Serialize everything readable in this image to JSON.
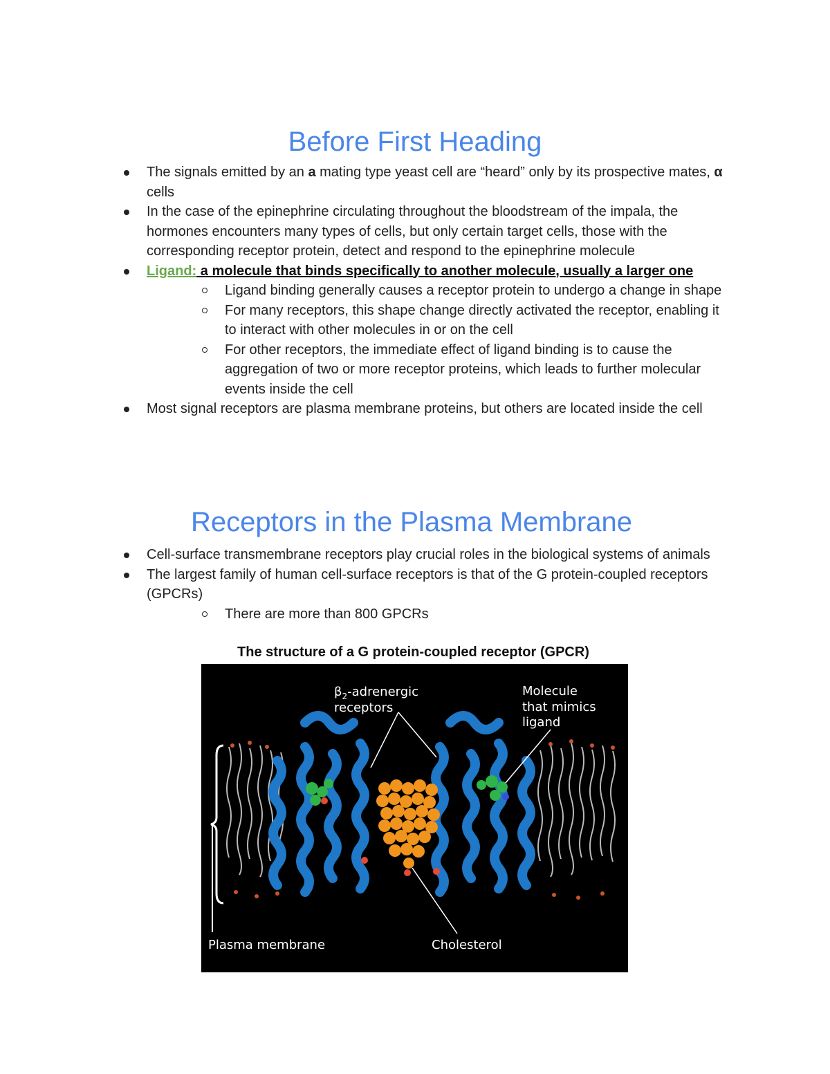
{
  "sections": [
    {
      "heading": "Before First Heading",
      "bullets": [
        {
          "pre": " The signals emitted by an ",
          "bold": "a",
          "post": " mating type yeast cell are “heard” only by its prospective mates, ",
          "bold2": "α",
          "post2": " cells"
        },
        {
          "text": " In the case of the epinephrine circulating throughout the bloodstream of the impala, the hormones encounters many types of cells, but only certain target cells, those with the corresponding receptor protein, detect and respond to the epinephrine molecule"
        },
        {
          "term": "Ligand:",
          "definition": " a molecule that binds specifically to another molecule, usually a larger one",
          "sub": [
            " Ligand binding generally causes a receptor protein to undergo a change in shape",
            " For many receptors, this shape change directly activated the receptor, enabling it to interact with other molecules in or on the cell",
            " For other receptors, the immediate effect of ligand binding is to cause the aggregation of two or more receptor proteins, which leads to further molecular events inside the cell"
          ]
        },
        {
          "text": " Most signal receptors are plasma membrane proteins, but others are located inside the cell"
        }
      ]
    },
    {
      "heading": "Receptors in the Plasma Membrane",
      "bullets": [
        {
          "text": " Cell-surface transmembrane receptors play crucial roles in the biological systems of animals"
        },
        {
          "text": " The largest family of human cell-surface receptors is that of the G protein-coupled receptors (GPCRs)",
          "sub": [
            "There are more than 800 GPCRs"
          ]
        }
      ]
    }
  ],
  "figure": {
    "caption": "The structure of a G protein-coupled receptor (GPCR)",
    "labels": {
      "receptors_line1": "β",
      "receptors_sub": "2",
      "receptors_line1_rest": "-adrenergic",
      "receptors_line2": "receptors",
      "ligand_line1": "Molecule",
      "ligand_line2": "that mimics",
      "ligand_line3": "ligand",
      "membrane": "Plasma membrane",
      "cholesterol": "Cholesterol"
    },
    "colors": {
      "background": "#000000",
      "protein": "#1f78c8",
      "cholesterol": "#f0941e",
      "ligand": "#2fb34a",
      "lipid": "#cfcfcf"
    }
  }
}
